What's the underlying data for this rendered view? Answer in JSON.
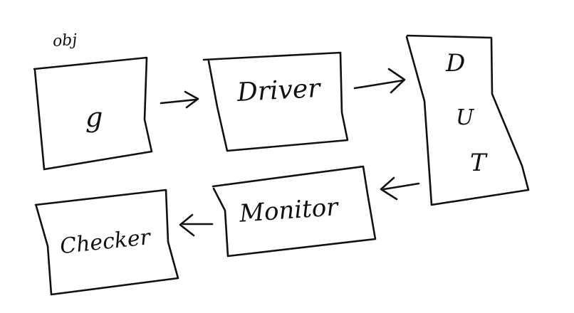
{
  "diagram": {
    "annotation": "obj",
    "blocks": {
      "generator": {
        "label": "g"
      },
      "driver": {
        "label": "Driver"
      },
      "dut": {
        "letters": [
          "D",
          "U",
          "T"
        ]
      },
      "monitor": {
        "label": "Monitor"
      },
      "checker": {
        "label": "Checker"
      }
    }
  },
  "colors": {
    "ink": "#111111",
    "background": "#ffffff"
  }
}
